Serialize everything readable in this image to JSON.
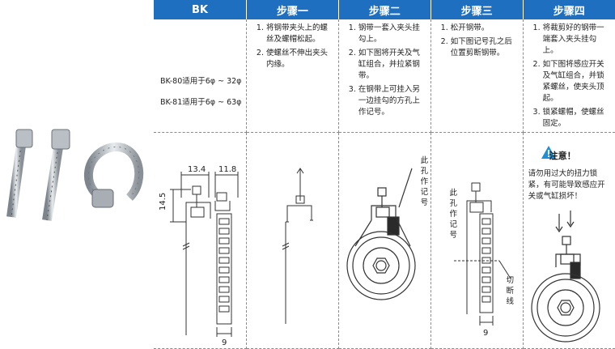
{
  "headers": [
    "BK",
    "步骤一",
    "步骤二",
    "步骤三",
    "步骤四"
  ],
  "models": [
    "BK-80适用于6φ ~ 32φ",
    "BK-81适用于6φ ~ 63φ"
  ],
  "steps": {
    "step1": [
      "将钢带夹头上的螺丝及螺帽松起。",
      "使螺丝不伸出夹头内缘。"
    ],
    "step2": [
      "钢带一套入夹头挂勾上。",
      "如下图将开关及气缸组合，并拉紧钢带。",
      "在钢带上可挂入另一边挂勾的方孔上作记号。"
    ],
    "step3": [
      "松开钢带。",
      "如下图记号孔之后位置剪断钢带。"
    ],
    "step4": [
      "将裁剪好的钢带一端套入夹头挂勾上。",
      "如下图将感应开关及气缸组合，并锁紧螺丝，使夹头顶起。",
      "锁紧螺帽，使螺丝固定。"
    ]
  },
  "dims": {
    "width_a": "13.4",
    "width_b": "11.8",
    "height": "14.5",
    "band": "9",
    "band2": "9"
  },
  "labels": {
    "mark_hole": "此孔作记号",
    "mark_hole2": "此孔作记号",
    "cut_line": "切断线"
  },
  "warning": {
    "title": "注意！",
    "text": "请勿用过大的扭力锁紧，有可能导致感应开关或气缸损坏！"
  },
  "colors": {
    "header_bg": "#1f6fc0",
    "warning_icon": "#1f8fd6"
  }
}
